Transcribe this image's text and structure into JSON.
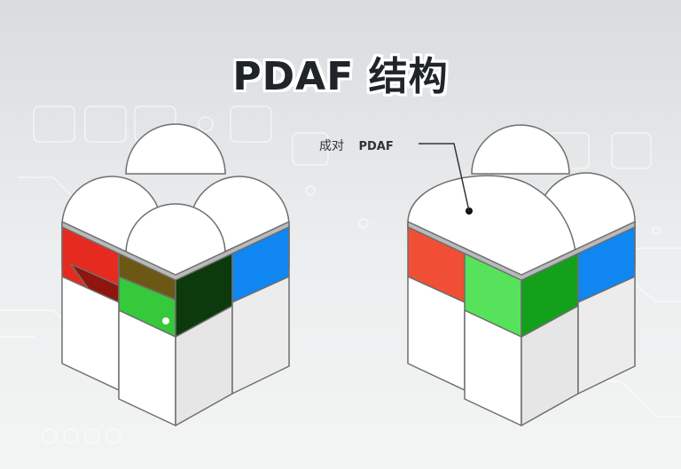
{
  "title": "PDAF 结构",
  "callout": {
    "zh": "成对",
    "en": "PDAF"
  },
  "colors": {
    "red": "#e52b1f",
    "green": "#35c93b",
    "dark_green": "#13a11c",
    "blue": "#0f86f0",
    "title": "#1f2528"
  }
}
